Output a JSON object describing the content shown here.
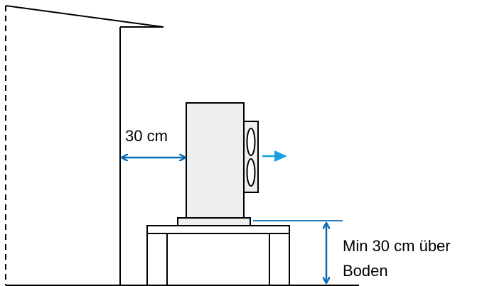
{
  "labels": {
    "wall_distance": "30 cm",
    "height_line1": "Min 30 cm über",
    "height_line2": "Boden"
  },
  "colors": {
    "stroke": "#000000",
    "unit_fill": "#eeeeee",
    "dimension_arrow": "#0a6cb5",
    "airflow_arrow": "#16a0e0"
  },
  "icons": {
    "fan": "twin-fan-blades-icon",
    "airflow": "arrow-right-icon"
  }
}
